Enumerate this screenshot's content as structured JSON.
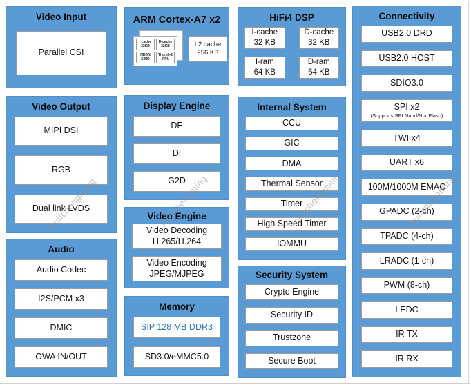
{
  "diagram": {
    "watermark": "nullchengming",
    "colors": {
      "block_blue": "#5b9bd5",
      "block_border": "#4e8fcb",
      "accent_text": "#2e75b6"
    },
    "video_input": {
      "title": "Video Input",
      "items": [
        "Parallel CSI"
      ]
    },
    "video_output": {
      "title": "Video Output",
      "items": [
        "MIPI DSI",
        "RGB",
        "Dual link LVDS"
      ]
    },
    "audio": {
      "title": "Audio",
      "items": [
        "Audio Codec",
        "I2S/PCM x3",
        "DMIC",
        "OWA IN/OUT"
      ]
    },
    "cpu": {
      "title": "ARM Cortex-A7 x2",
      "minis": [
        "I cache\n32KB",
        "D-cache\n32KB",
        "NEON\nSIMD",
        "Thumb-2\n/FPU"
      ],
      "l2": "L2 cache\n256 KB"
    },
    "display_engine": {
      "title": "Display Engine",
      "items": [
        "DE",
        "DI",
        "G2D"
      ]
    },
    "video_engine": {
      "title": "Video Engine",
      "items": [
        "Video Decoding\nH.265/H.264",
        "Video Encoding\nJPEG/MJPEG"
      ]
    },
    "memory": {
      "title": "Memory",
      "items": [
        "SIP 128 MB DDR3",
        "SD3.0/eMMC5.0"
      ]
    },
    "dsp": {
      "title": "HiFi4 DSP",
      "items": [
        "I-cache\n32 KB",
        "D-cache\n32 KB",
        "I-ram\n64 KB",
        "D-ram\n64 KB"
      ]
    },
    "internal_system": {
      "title": "Internal System",
      "items": [
        "CCU",
        "GIC",
        "DMA",
        "Thermal Sensor",
        "Timer",
        "High Speed Timer",
        "IOMMU"
      ]
    },
    "security_system": {
      "title": "Security System",
      "items": [
        "Crypto Engine",
        "Security ID",
        "Trustzone",
        "Secure Boot"
      ]
    },
    "connectivity": {
      "title": "Connectivity",
      "items": [
        "USB2.0 DRD",
        "USB2.0 HOST",
        "SDIO3.0",
        {
          "label": "SPI x2",
          "sub": "(Supports SPI Nand/Nor Flash)"
        },
        "TWI x4",
        "UART x6",
        "100M/1000M EMAC",
        "GPADC (2-ch)",
        "TPADC (4-ch)",
        "LRADC (1-ch)",
        "PWM (8-ch)",
        "LEDC",
        "IR TX",
        "IR RX"
      ]
    }
  }
}
